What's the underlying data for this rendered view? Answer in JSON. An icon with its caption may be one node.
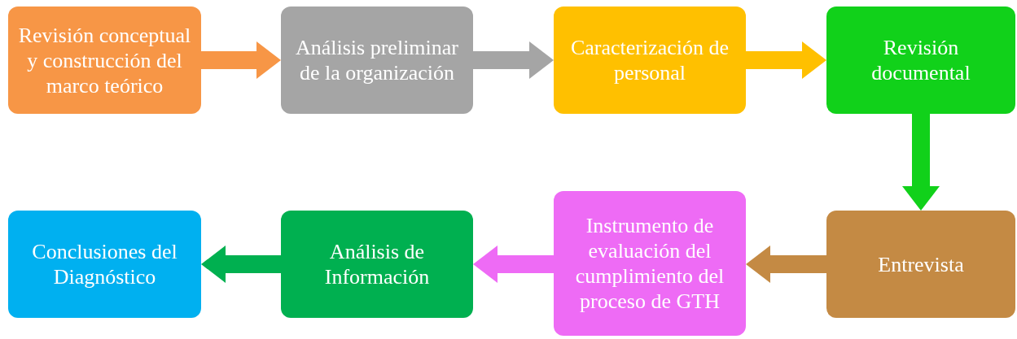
{
  "diagram": {
    "nodes": [
      {
        "text": [
          "Revisión conceptual y construcción del marco teórico"
        ]
      },
      {
        "text": [
          "Análisis preliminar de la organización"
        ]
      },
      {
        "text": [
          "Caracterización de personal"
        ]
      },
      {
        "text": [
          "Revisión documental"
        ]
      },
      {
        "text": [
          "Entrevista"
        ]
      },
      {
        "text": [
          "Instrumento de evaluación del cumplimiento del proceso de GTH"
        ]
      },
      {
        "text": [
          "Análisis de Información"
        ]
      },
      {
        "text": [
          "Conclusiones del Diagnóstico"
        ]
      }
    ],
    "edges": [
      {
        "from": 0,
        "to": 1,
        "arrow": "to",
        "color": "#f79646"
      },
      {
        "from": 1,
        "to": 2,
        "arrow": "to",
        "color": "#a5a5a5"
      },
      {
        "from": 2,
        "to": 3,
        "arrow": "to",
        "color": "#ffc000"
      },
      {
        "from": 3,
        "to": 4,
        "arrow": "to",
        "color": "#11d11a"
      },
      {
        "from": 4,
        "to": 5,
        "arrow": "to",
        "color": "#c48a44"
      },
      {
        "from": 5,
        "to": 6,
        "arrow": "to",
        "color": "#ee6bf5"
      },
      {
        "from": 6,
        "to": 7,
        "arrow": "to",
        "color": "#00b050"
      }
    ]
  }
}
